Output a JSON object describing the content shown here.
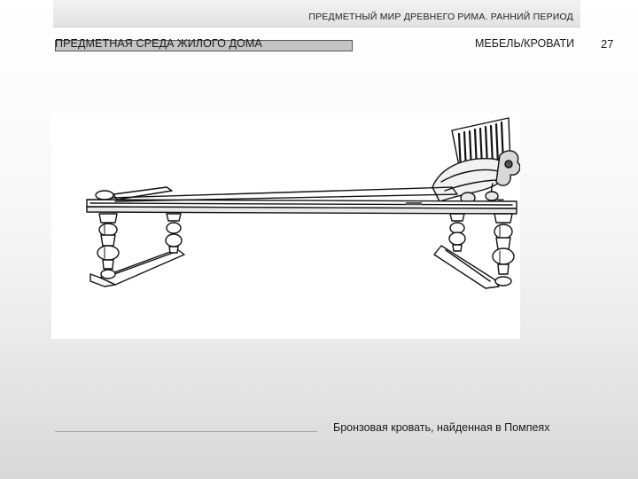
{
  "header": {
    "title": "ПРЕДМЕТНЫЙ МИР ДРЕВНЕГО РИМА. РАННИЙ ПЕРИОД"
  },
  "section": {
    "label": "ПРЕДМЕТНАЯ СРЕДА ЖИЛОГО ДОМА"
  },
  "category": {
    "label": "МЕБЕЛЬ/КРОВАТИ"
  },
  "page_number": "27",
  "figure": {
    "caption": "Бронзовая кровать, найденная в Помпеях"
  }
}
